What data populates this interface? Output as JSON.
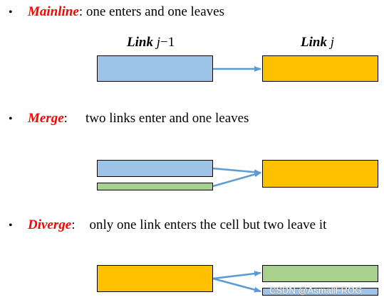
{
  "bullet_symbol": "•",
  "colors": {
    "upstream_blue": "#9dc3e6",
    "downstream_orange": "#ffc000",
    "minor_green": "#a9d18e",
    "arrow_blue": "#5b9bd5",
    "term_red": "#ff0000"
  },
  "sections": {
    "mainline": {
      "term": "Mainline",
      "description": ": one enters and one leaves",
      "link_left": {
        "bold": "Link",
        "var": "j",
        "op": "−",
        "num": "1"
      },
      "link_right": {
        "bold": "Link",
        "var": "j"
      }
    },
    "merge": {
      "term": "Merge",
      "colon": ":",
      "description": "two links enter and one leaves"
    },
    "diverge": {
      "term": "Diverge",
      "colon": ":",
      "description": "only one link enters the cell but two leave it"
    }
  },
  "watermark": "CSDN @AsmallFROG"
}
